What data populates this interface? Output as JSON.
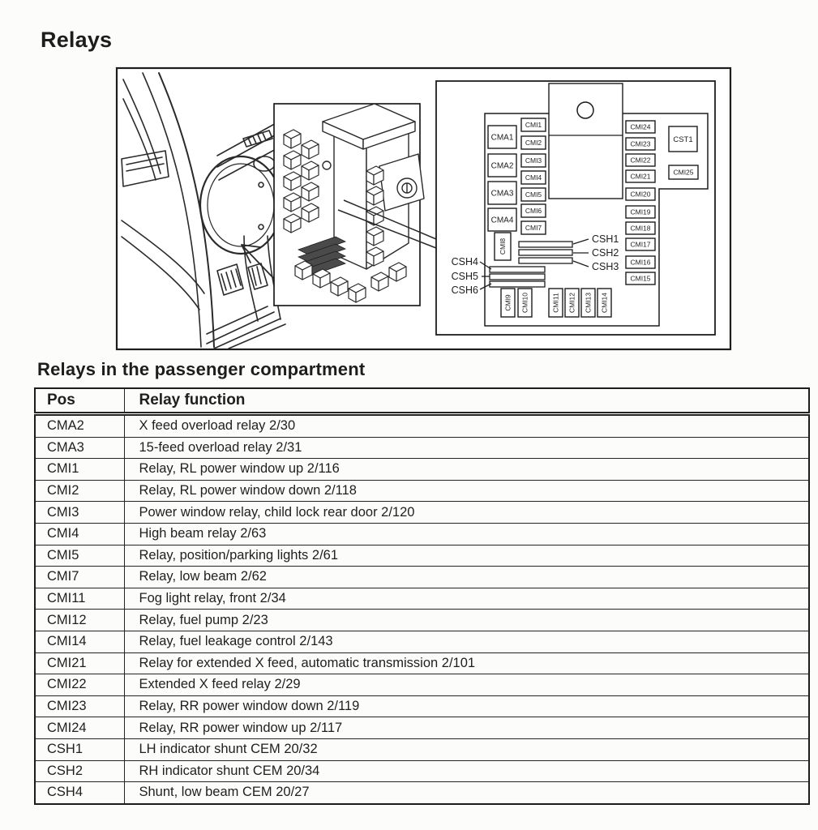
{
  "page": {
    "title": "Relays",
    "section_title": "Relays in the passenger compartment"
  },
  "table": {
    "headers": {
      "pos": "Pos",
      "function": "Relay function"
    },
    "rows": [
      {
        "pos": "CMA2",
        "function": "X feed overload relay 2/30"
      },
      {
        "pos": "CMA3",
        "function": "15-feed overload relay 2/31"
      },
      {
        "pos": "CMI1",
        "function": "Relay, RL power window up 2/116"
      },
      {
        "pos": "CMI2",
        "function": "Relay, RL power window down 2/118"
      },
      {
        "pos": "CMI3",
        "function": "Power window relay, child lock rear door 2/120"
      },
      {
        "pos": "CMI4",
        "function": "High beam relay 2/63"
      },
      {
        "pos": "CMI5",
        "function": "Relay, position/parking lights 2/61"
      },
      {
        "pos": "CMI7",
        "function": "Relay, low beam 2/62"
      },
      {
        "pos": "CMI11",
        "function": "Fog light relay, front 2/34"
      },
      {
        "pos": "CMI12",
        "function": "Relay, fuel pump 2/23"
      },
      {
        "pos": "CMI14",
        "function": "Relay, fuel leakage control 2/143"
      },
      {
        "pos": "CMI21",
        "function": "Relay for extended X feed, automatic transmission 2/101"
      },
      {
        "pos": "CMI22",
        "function": "Extended X feed relay 2/29"
      },
      {
        "pos": "CMI23",
        "function": "Relay, RR power window down 2/119"
      },
      {
        "pos": "CMI24",
        "function": "Relay, RR power window up 2/117"
      },
      {
        "pos": "CSH1",
        "function": "LH indicator shunt CEM 20/32"
      },
      {
        "pos": "CSH2",
        "function": "RH indicator shunt CEM 20/34"
      },
      {
        "pos": "CSH4",
        "function": "Shunt, low beam CEM 20/27"
      }
    ]
  },
  "diagram": {
    "cma_column": [
      "CMA1",
      "CMA2",
      "CMA3",
      "CMA4"
    ],
    "cmi_left_column": [
      "CMI1",
      "CMI2",
      "CMI3",
      "CMI4",
      "CMI5",
      "CMI6",
      "CMI7"
    ],
    "cmi8_label": "CMI8",
    "csh_right_labels": [
      "CSH1",
      "CSH2",
      "CSH3"
    ],
    "csh_left_labels": [
      "CSH4",
      "CSH5",
      "CSH6"
    ],
    "bottom_row": [
      "CMI9",
      "CMI10",
      "CMI11",
      "CMI12",
      "CMI13",
      "CMI14"
    ],
    "right_column": [
      "CMI24",
      "CMI23",
      "CMI22",
      "CMI21",
      "CMI20",
      "CMI19",
      "CMI18",
      "CMI17",
      "CMI16",
      "CMI15"
    ],
    "aux_column": [
      "CST1",
      "CMI25"
    ]
  },
  "colors": {
    "ink": "#1d1d1d",
    "paper": "#fcfcfa"
  }
}
